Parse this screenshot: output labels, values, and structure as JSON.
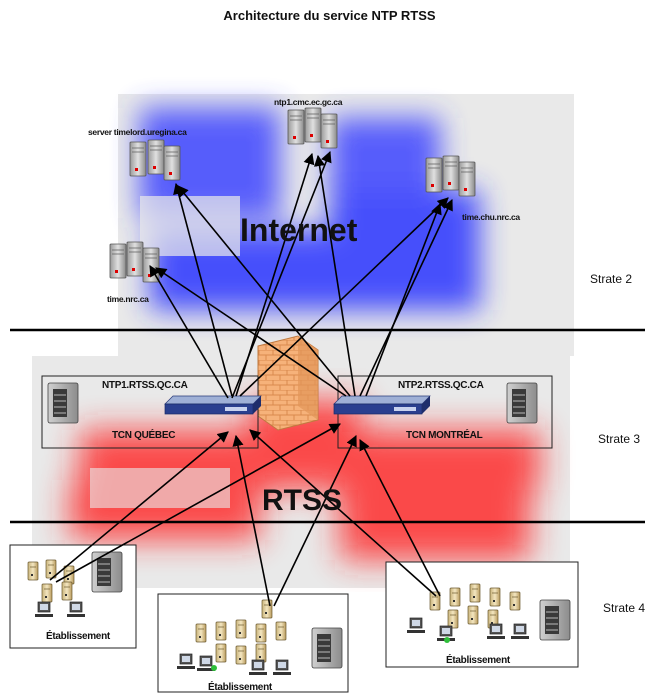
{
  "title": "Architecture du service NTP RTSS",
  "strata": [
    "Strate 2",
    "Strate 3",
    "Strate 4"
  ],
  "zones": {
    "internet": "Internet",
    "rtss": "RTSS"
  },
  "external_servers": [
    {
      "name": "server timelord.uregina.ca"
    },
    {
      "name": "ntp1.cmc.ec.gc.ca"
    },
    {
      "name": "time.chu.nrc.ca"
    },
    {
      "name": "time.nrc.ca"
    }
  ],
  "ntp_nodes": [
    {
      "hostname": "NTP1.RTSS.QC.CA",
      "site": "TCN QUÉBEC"
    },
    {
      "hostname": "NTP2.RTSS.QC.CA",
      "site": "TCN MONTRÉAL"
    }
  ],
  "establishments": [
    {
      "label": "Établissement"
    },
    {
      "label": "Établissement"
    },
    {
      "label": "Établissement"
    }
  ],
  "colors": {
    "internet_glow": "#2a35ff",
    "rtss_glow": "#ff1e1e",
    "divider": "#000000",
    "firewall": "#f3a86b"
  }
}
